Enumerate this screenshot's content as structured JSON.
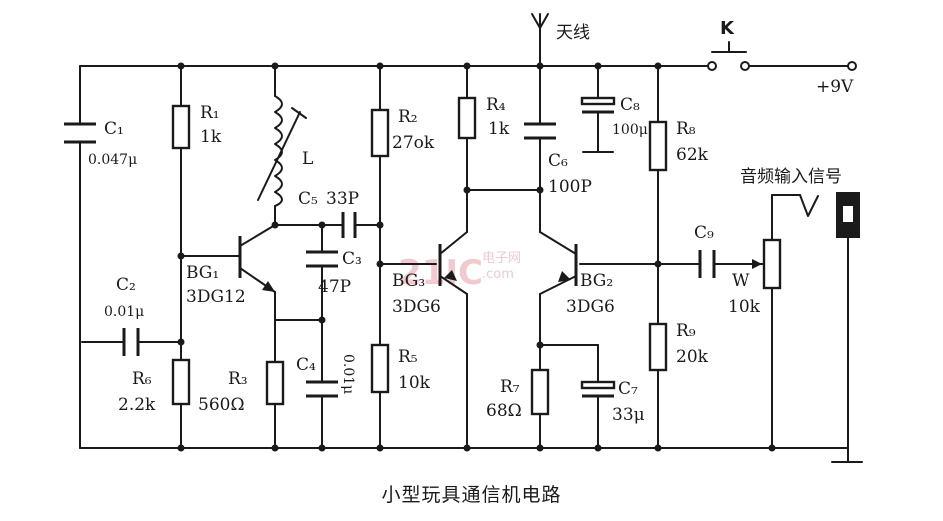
{
  "caption": "小型玩具通信机电路",
  "watermark": {
    "brand": "21IC",
    "sub": "电子网",
    "domain": ".com"
  },
  "labels": {
    "antenna": "天线",
    "switch": "K",
    "supply": "+9V",
    "audio_in": "音频输入信号"
  },
  "components": {
    "C1": {
      "name": "C₁",
      "value": "0.047μ"
    },
    "R1": {
      "name": "R₁",
      "value": "1k"
    },
    "L": {
      "name": "L",
      "value": ""
    },
    "R2": {
      "name": "R₂",
      "value": "27ok"
    },
    "R4": {
      "name": "R₄",
      "value": "1k"
    },
    "C8": {
      "name": "C₈",
      "value": "100μ"
    },
    "R8": {
      "name": "R₈",
      "value": "62k"
    },
    "C5": {
      "name": "C₅",
      "value": "33P"
    },
    "C6": {
      "name": "C₆",
      "value": "100P"
    },
    "C3": {
      "name": "C₃",
      "value": "47P"
    },
    "BG1": {
      "name": "BG₁",
      "value": "3DG12"
    },
    "BG3": {
      "name": "BG₃",
      "value": "3DG6"
    },
    "BG2": {
      "name": "BG₂",
      "value": "3DG6"
    },
    "C2": {
      "name": "C₂",
      "value": "0.01μ"
    },
    "R6": {
      "name": "R₆",
      "value": "2.2k"
    },
    "R3": {
      "name": "R₃",
      "value": "560Ω"
    },
    "C4": {
      "name": "C₄",
      "value": "0.01μ"
    },
    "R5": {
      "name": "R₅",
      "value": "10k"
    },
    "R7": {
      "name": "R₇",
      "value": "68Ω"
    },
    "C7": {
      "name": "C₇",
      "value": "33μ"
    },
    "C9": {
      "name": "C₉",
      "value": ""
    },
    "W": {
      "name": "W",
      "value": "10k"
    },
    "R9": {
      "name": "R₉",
      "value": "20k"
    }
  }
}
